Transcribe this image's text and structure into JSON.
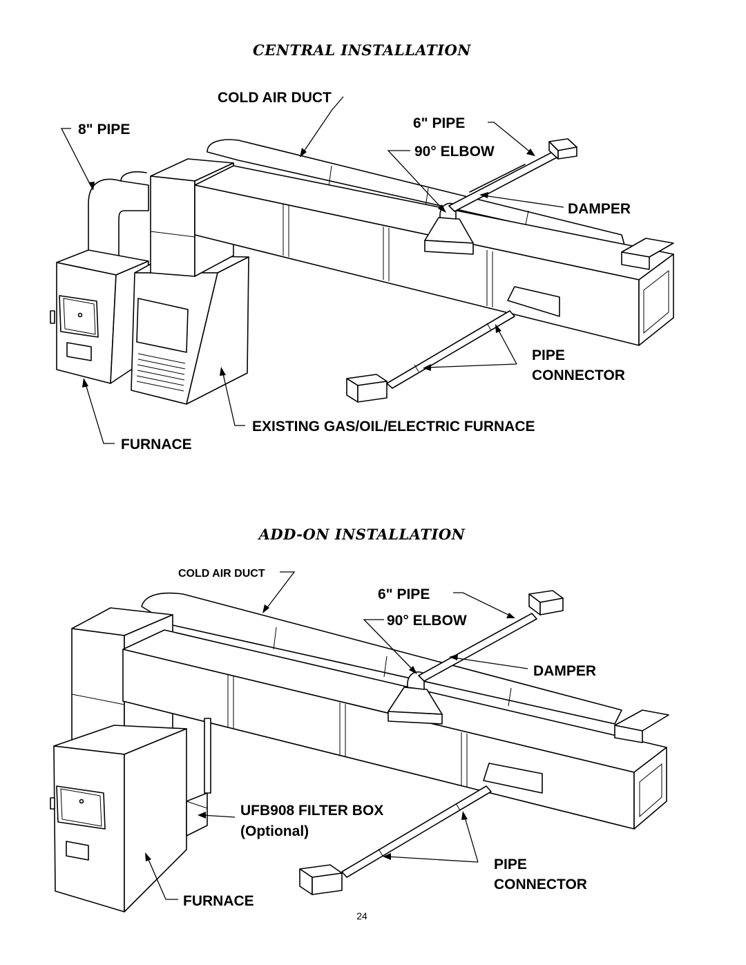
{
  "central": {
    "title": "CENTRAL INSTALLATION",
    "labels": {
      "cold_air_duct": "COLD AIR DUCT",
      "pipe_8": "8\" PIPE",
      "pipe_6": "6\" PIPE",
      "elbow_90": "90° ELBOW",
      "damper": "DAMPER",
      "pipe": "PIPE",
      "connector": "CONNECTOR",
      "existing_furnace": "EXISTING GAS/OIL/ELECTRIC FURNACE",
      "furnace": "FURNACE"
    }
  },
  "addon": {
    "title": "ADD-ON INSTALLATION",
    "labels": {
      "cold_air_duct": "COLD AIR DUCT",
      "pipe_6": "6\" PIPE",
      "elbow_90": "90° ELBOW",
      "damper": "DAMPER",
      "filter_box": "UFB908 FILTER BOX",
      "optional": "(Optional)",
      "pipe": "PIPE",
      "connector": "CONNECTOR",
      "furnace": "FURNACE"
    }
  },
  "page_number": "24"
}
